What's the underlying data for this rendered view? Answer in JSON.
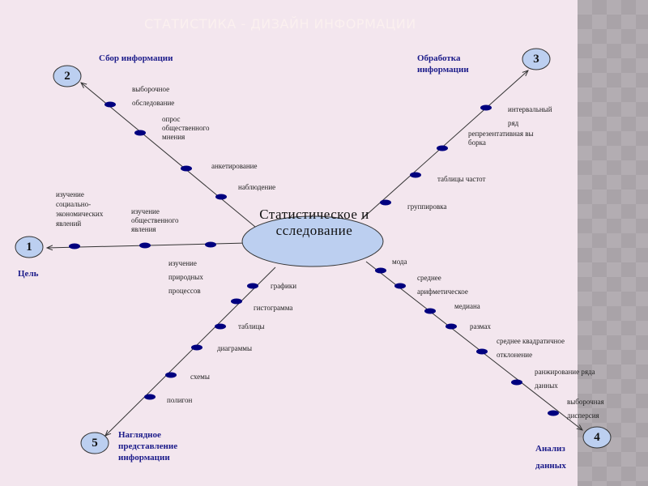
{
  "slide": {
    "title": "СТАТИСТИКА - ДИЗАЙН ИНФОРМАЦИИ"
  },
  "colors": {
    "background": "#f3e6ee",
    "node_fill": "#bccff0",
    "dot": "#00007f",
    "category_text": "#1c1c8a",
    "title_text": "#fbf0ef"
  },
  "center": {
    "label": "Статистическое исследование"
  },
  "branches": [
    {
      "number": "1",
      "category": "Цель",
      "items": [
        "изучение социально-экономических явлений",
        "изучение общественного явления",
        "изучение природных процессов"
      ]
    },
    {
      "number": "2",
      "category": "Сбор информации",
      "items": [
        "выборочное обследование",
        "опрос общественного мнения",
        "анкетирование",
        "наблюдение"
      ]
    },
    {
      "number": "3",
      "category": "Обработка информации",
      "items": [
        "интервальный ряд",
        "репрезентативная выборка",
        "таблицы частот",
        "группировка"
      ]
    },
    {
      "number": "4",
      "category": "Анализ данных",
      "items": [
        "мода",
        "среднее арифметическое",
        "медиана",
        "размах",
        "среднее квадратичное отклонение",
        "ранжирование ряда данных",
        "выборочная дисперсия"
      ]
    },
    {
      "number": "5",
      "category": "Наглядное представление информации",
      "items": [
        "графики",
        "гистограмма",
        "таблицы",
        "диаграммы",
        "схемы",
        "полигон"
      ]
    }
  ]
}
